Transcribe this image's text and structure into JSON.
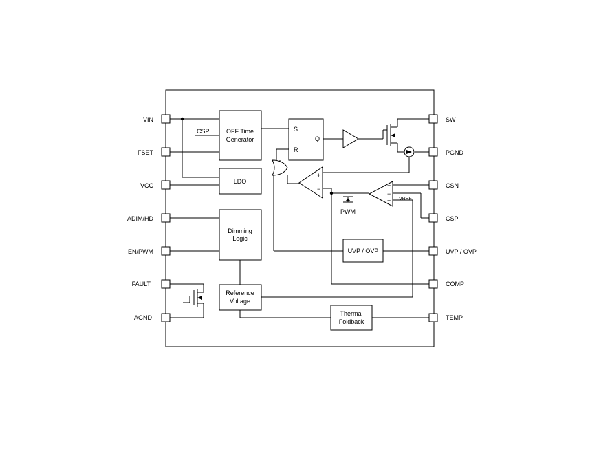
{
  "pins": {
    "vin": "VIN",
    "fset": "FSET",
    "vcc": "VCC",
    "adim_hd": "ADIM/HD",
    "en_pwm": "EN/PWM",
    "fault": "FAULT",
    "agnd": "AGND",
    "sw": "SW",
    "pgnd": "PGND",
    "csn": "CSN",
    "csp": "CSP",
    "uvp_ovp": "UVP / OVP",
    "comp": "COMP",
    "temp": "TEMP"
  },
  "blocks": {
    "off_time_line1": "OFF Time",
    "off_time_line2": "Generator",
    "csp_label": "CSP",
    "ldo": "LDO",
    "dimming_line1": "Dimming",
    "dimming_line2": "Logic",
    "reference_line1": "Reference",
    "reference_line2": "Voltage",
    "latch_s": "S",
    "latch_r": "R",
    "latch_q": "Q",
    "uvp_ovp_block": "UVP / OVP",
    "thermal_line1": "Thermal",
    "thermal_line2": "Foldback",
    "pwm_label": "PWM",
    "vadj_label": "VREF"
  },
  "comparator_signs": {
    "plus": "+",
    "minus": "−"
  }
}
